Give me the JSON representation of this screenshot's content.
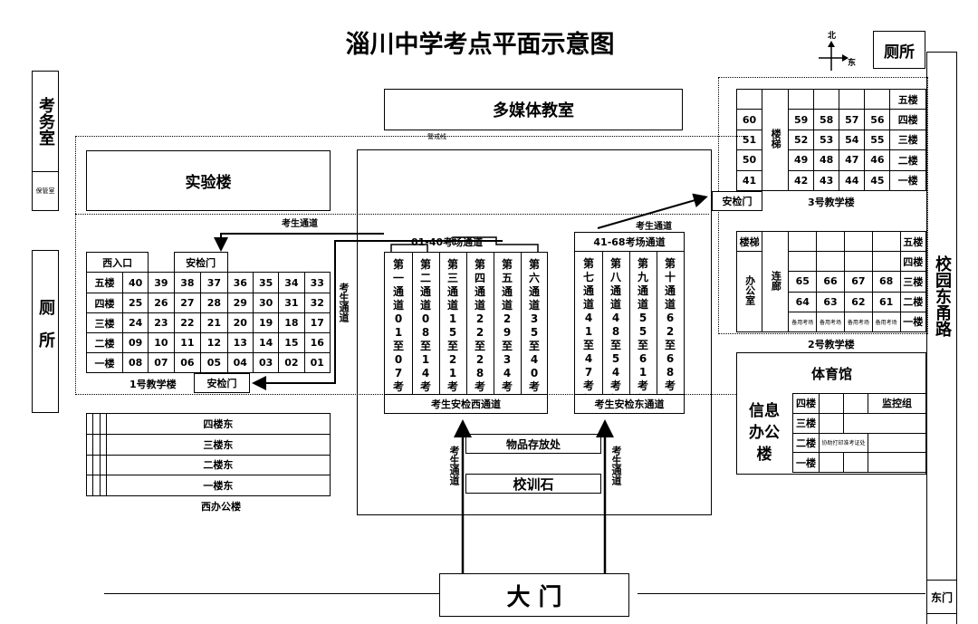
{
  "title": "淄川中学考点平面示意图",
  "compass": {
    "north": "北",
    "east": "东"
  },
  "left_side": {
    "exam_office": "考务室",
    "storage": "保管室",
    "toilet": "厕所"
  },
  "top_right_toilet": "厕所",
  "multimedia_room": "多媒体教室",
  "cordon_label": "警戒线",
  "lab_building": "实验楼",
  "passage_label": "考生通道",
  "passage_vertical": "考生通道",
  "security_gate": "安检门",
  "west_entrance": "西入口",
  "building1": {
    "name": "1号教学楼",
    "floors": [
      {
        "label": "五楼",
        "rooms": [
          "40",
          "39",
          "38",
          "37",
          "36",
          "35",
          "34",
          "33"
        ]
      },
      {
        "label": "四楼",
        "rooms": [
          "25",
          "26",
          "27",
          "28",
          "29",
          "30",
          "31",
          "32"
        ]
      },
      {
        "label": "三楼",
        "rooms": [
          "24",
          "23",
          "22",
          "21",
          "20",
          "19",
          "18",
          "17"
        ]
      },
      {
        "label": "二楼",
        "rooms": [
          "09",
          "10",
          "11",
          "12",
          "13",
          "14",
          "15",
          "16"
        ]
      },
      {
        "label": "一楼",
        "rooms": [
          "08",
          "07",
          "06",
          "05",
          "04",
          "03",
          "02",
          "01"
        ]
      }
    ]
  },
  "west_office": {
    "name": "西办公楼",
    "floors": [
      "四楼东",
      "三楼东",
      "二楼东",
      "一楼东"
    ]
  },
  "channels_west": {
    "header": "01-40考场通道",
    "footer": "考生安检西通道",
    "columns": [
      "第一通道01至07考场",
      "第二通道08至14考场",
      "第三通道15至21考场",
      "第四通道22至28考场",
      "第五通道29至34考场",
      "第六通道35至40考场"
    ]
  },
  "channels_east": {
    "header": "41-68考场通道",
    "footer": "考生安检东通道",
    "columns": [
      "第七通道41至47考场",
      "第八通道48至54考场",
      "第九通道55至61考场",
      "第十通道62至68考场"
    ]
  },
  "item_storage": "物品存放处",
  "motto_stone": "校训石",
  "main_gate": "大 门",
  "building3": {
    "name": "3号教学楼",
    "stairs": "楼梯",
    "floors": [
      {
        "label": "五楼",
        "west": "",
        "rooms": [
          "",
          "",
          "",
          ""
        ]
      },
      {
        "label": "四楼",
        "west": "60",
        "rooms": [
          "59",
          "58",
          "57",
          "56"
        ]
      },
      {
        "label": "三楼",
        "west": "51",
        "rooms": [
          "52",
          "53",
          "54",
          "55"
        ]
      },
      {
        "label": "二楼",
        "west": "50",
        "rooms": [
          "49",
          "48",
          "47",
          "46"
        ]
      },
      {
        "label": "一楼",
        "west": "41",
        "rooms": [
          "42",
          "43",
          "44",
          "45"
        ]
      }
    ]
  },
  "building2": {
    "name": "2号教学楼",
    "stairs": "楼梯",
    "office": "办公室",
    "corridor": "连廊",
    "floors": [
      {
        "label": "五楼",
        "rooms": [
          "",
          "",
          "",
          ""
        ]
      },
      {
        "label": "四楼",
        "rooms": [
          "",
          "",
          "",
          ""
        ]
      },
      {
        "label": "三楼",
        "rooms": [
          "65",
          "66",
          "67",
          "68"
        ]
      },
      {
        "label": "二楼",
        "rooms": [
          "64",
          "63",
          "62",
          "61"
        ]
      },
      {
        "label": "一楼",
        "rooms": [
          "备用考场",
          "备用考场",
          "备用考场",
          "备用考场"
        ]
      }
    ]
  },
  "gym": "体育馆",
  "info_office": {
    "name": "信息办公楼",
    "floors": [
      "四楼",
      "三楼",
      "二楼",
      "一楼"
    ],
    "monitor": "监控组",
    "print_note": "协助打印准考证处"
  },
  "east_road": "校园东甬路",
  "east_gate": "东门"
}
